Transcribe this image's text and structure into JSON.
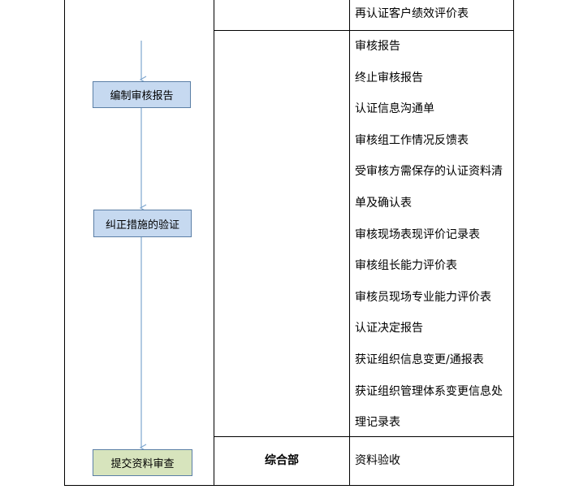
{
  "flow": {
    "steps": [
      {
        "label": "编制审核报告"
      },
      {
        "label": "纠正措施的验证"
      },
      {
        "label": "提交资料审查"
      }
    ]
  },
  "table": {
    "top_doc": "再认证客户绩效评价表",
    "docs": [
      "审核报告",
      "终止审核报告",
      "认证信息沟通单",
      "审核组工作情况反馈表",
      "受审核方需保存的认证资料清",
      "单及确认表",
      "审核现场表现评价记录表",
      "审核组长能力评价表",
      "审核员现场专业能力评价表",
      "认证决定报告",
      "获证组织信息变更/通报表",
      "获证组织管理体系变更信息处",
      "理记录表"
    ],
    "department": "综合部",
    "last_doc": "资料验收"
  },
  "colors": {
    "arrow": "#7fa7cf",
    "box_blue": "#c6d9f0",
    "box_green": "#d7e4bd",
    "box_border": "#5b7fa6"
  }
}
